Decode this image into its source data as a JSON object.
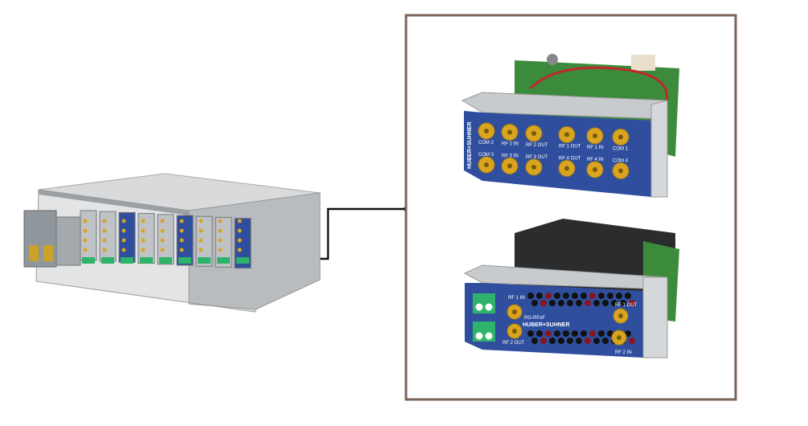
{
  "colors": {
    "frame": "#7b6459",
    "module_blue": "#2f4f9e",
    "connector_gold": "#d9a520",
    "pcb_green": "#3c8a3c",
    "chassis_gray": "#c9ccce",
    "fiber_green": "#2fb36a"
  },
  "brand": "HUBER+SUHNER",
  "top_module": {
    "ports_row1": [
      "COM 2",
      "RF 2 IN",
      "RF 2 OUT",
      "RF 1 OUT",
      "RF 1 IN",
      "COM 1"
    ],
    "ports_row2": [
      "COM 3",
      "RF 3 IN",
      "RF 3 OUT",
      "RF 4 OUT",
      "RF 4 IN",
      "COM 4"
    ]
  },
  "bottom_module": {
    "subtitle": "RG-RFoF",
    "labels": [
      "RF 1 IN",
      "RF 1 OUT",
      "RF 2 OUT",
      "RF 2 IN"
    ]
  }
}
